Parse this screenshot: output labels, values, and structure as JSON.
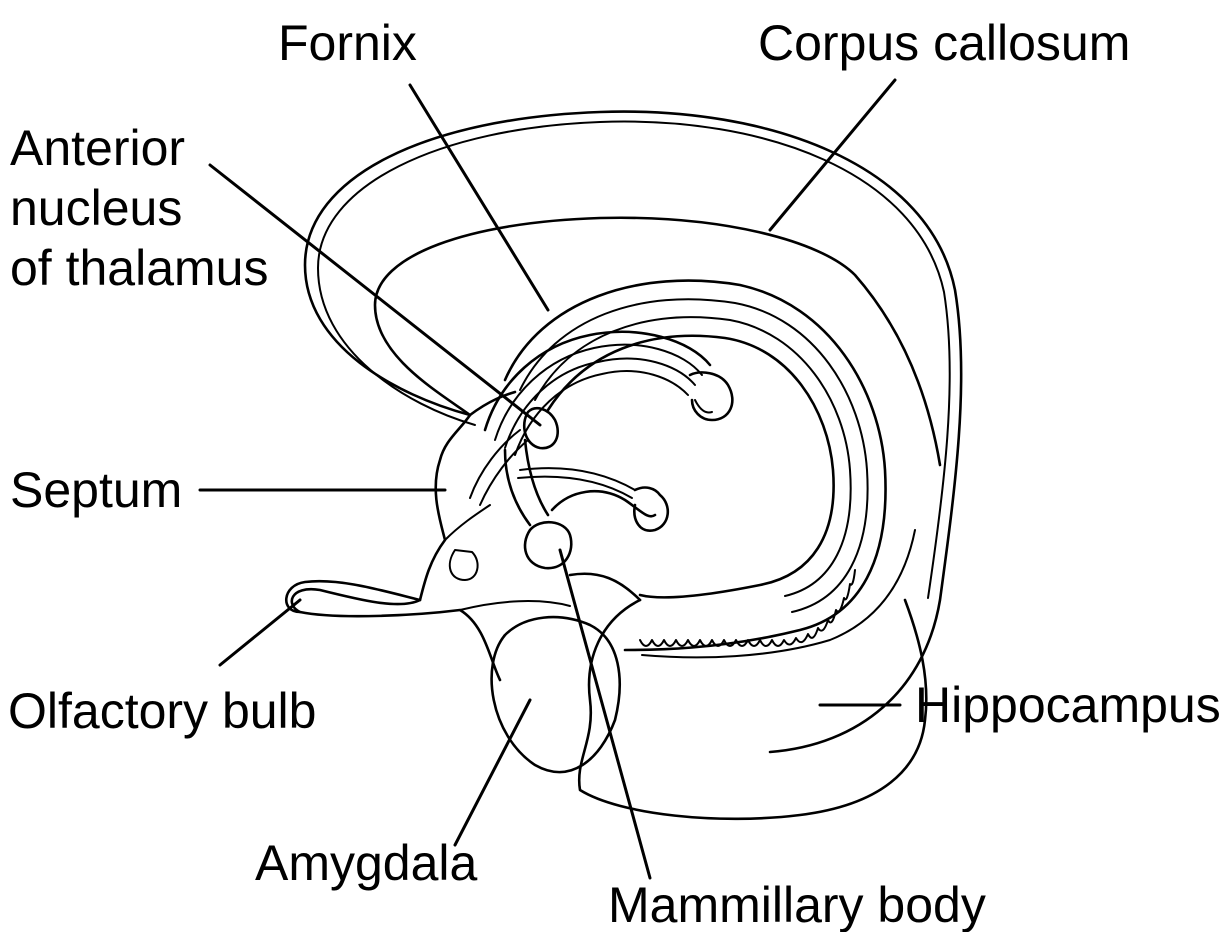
{
  "diagram": {
    "labels": {
      "fornix": "Fornix",
      "corpus_callosum": "Corpus callosum",
      "anterior_nucleus": [
        "Anterior",
        "nucleus",
        "of thalamus"
      ],
      "septum": "Septum",
      "olfactory_bulb": "Olfactory bulb",
      "hippocampus": "Hippocampus",
      "amygdala": "Amygdala",
      "mammillary_body": "Mammillary body"
    },
    "colors": {
      "ink": "#000000",
      "background": "#ffffff"
    }
  }
}
